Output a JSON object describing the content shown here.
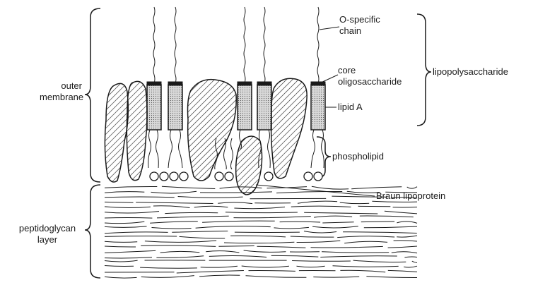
{
  "labels": {
    "outer_membrane": [
      "outer",
      "membrane"
    ],
    "peptidoglycan_layer": [
      "peptidoglycan",
      "layer"
    ],
    "o_specific_chain": [
      "O-specific",
      "chain"
    ],
    "core_oligosaccharide": [
      "core",
      "oligosaccharide"
    ],
    "lipid_a": "lipid A",
    "lipopolysaccharide": "lipopolysaccharide",
    "phospholipid": "phospholipid",
    "braun_lipoprotein": "Braun lipoprotein"
  },
  "colors": {
    "ink": "#1a1a1a",
    "lipid_a_fill": "#d9d9d9",
    "background": "#ffffff"
  }
}
